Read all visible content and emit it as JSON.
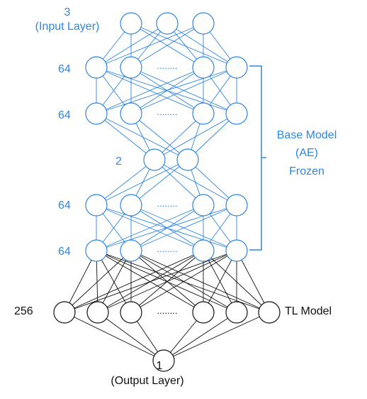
{
  "colors": {
    "base": "#2f86e0",
    "tl": "#111111",
    "node_fill": "#ffffff"
  },
  "labels": {
    "input_size": "3",
    "input_name": "(Input Layer)",
    "enc1": "64",
    "enc2": "64",
    "latent": "2",
    "dec1": "64",
    "dec2": "64",
    "base_line1": "Base Model",
    "base_line2": "(AE)",
    "base_line3": "Frozen",
    "tl_size": "256",
    "tl_name": "TL Model",
    "output_size": "1",
    "output_name": "(Output Layer)",
    "ellipsis": "........"
  }
}
